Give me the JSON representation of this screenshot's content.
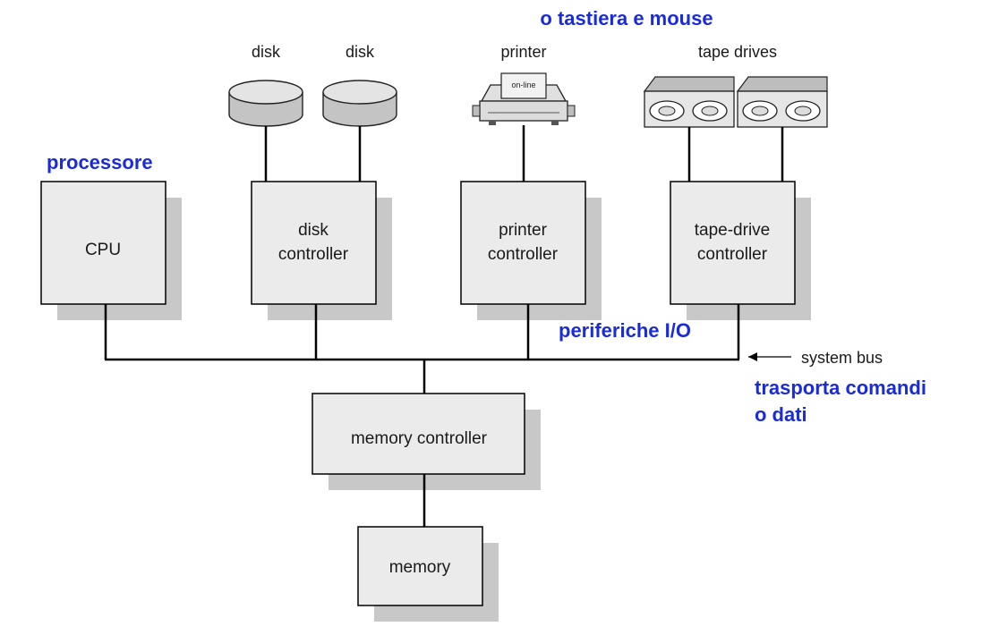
{
  "annotations": {
    "processor": "processore",
    "keyboard_mouse": "o tastiera e mouse",
    "io_devices": "periferiche I/O",
    "bus_desc_line1": "trasporta comandi",
    "bus_desc_line2": "o dati"
  },
  "labels": {
    "disk_1": "disk",
    "disk_2": "disk",
    "printer": "printer",
    "printer_panel": "on-line",
    "tape_drives": "tape drives",
    "cpu": "CPU",
    "disk_controller_line1": "disk",
    "disk_controller_line2": "controller",
    "printer_controller_line1": "printer",
    "printer_controller_line2": "controller",
    "tape_controller_line1": "tape-drive",
    "tape_controller_line2": "controller",
    "system_bus": "system bus",
    "memory_controller": "memory controller",
    "memory": "memory"
  },
  "colors": {
    "annotation_blue": "#1a2bd9",
    "box_fill": "#ebebeb",
    "shadow": "#c8c8c8"
  }
}
